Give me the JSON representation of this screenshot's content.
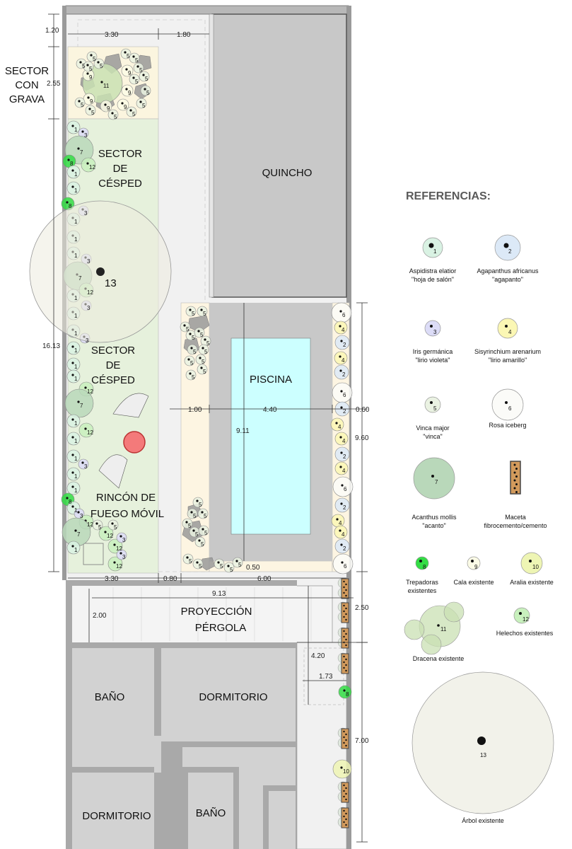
{
  "labels": {
    "gravel_1": "SECTOR",
    "gravel_2": "CON",
    "gravel_3": "GRAVA",
    "lawn1_1": "SECTOR",
    "lawn1_2": "DE",
    "lawn1_3": "CÉSPED",
    "lawn2_1": "SECTOR",
    "lawn2_2": "DE",
    "lawn2_3": "CÉSPED",
    "fire_1": "RINCÓN DE",
    "fire_2": "FUEGO MÓVIL",
    "quincho": "QUINCHO",
    "piscina": "PISCINA",
    "pergola_1": "PROYECCIÓN",
    "pergola_2": "PÉRGOLA",
    "bano_1": "BAÑO",
    "dormitorio_1": "DORMITORIO",
    "dormitorio_2": "DORMITORIO",
    "bano_2": "BAÑO",
    "tree_number": "13"
  },
  "dims": {
    "left_top": "1.20",
    "left_gravel": "2.55",
    "left_lawn": "16.13",
    "top_gravel_width": "3.30",
    "top_path": "1.80",
    "bottom_lawn": "3.30",
    "bottom_path": "0.80",
    "bottom_pool": "6.00",
    "pool_left_bed": "1.00",
    "pool_width": "4.40",
    "pool_right_bed": "0.60",
    "pool_length": "9.11",
    "pool_bottom_bed": "0.50",
    "right_pool": "9.60",
    "right_pergola": "2.50",
    "right_house": "7.00",
    "pergola_width": "9.13",
    "pergola_depth": "2.00",
    "side_length": "4.20",
    "side_width": "1.73"
  },
  "plants": {
    "left_bed": [
      "1",
      "3",
      "7",
      "8",
      "12",
      "1",
      "1",
      "8",
      "3",
      "1",
      "1",
      "1",
      "3",
      "7",
      "12",
      "1",
      "3",
      "1",
      "1",
      "3",
      "1",
      "1",
      "1",
      "12",
      "7",
      "1",
      "12",
      "1",
      "1",
      "3",
      "1",
      "1",
      "8",
      "1",
      "3",
      "12",
      "7",
      "1",
      "12",
      "12",
      "12",
      "5",
      "5",
      "3",
      "3"
    ],
    "gravel": [
      "11",
      "9",
      "9",
      "9",
      "9",
      "9",
      "9",
      "5",
      "5",
      "5",
      "5",
      "5",
      "5",
      "5",
      "5",
      "5",
      "5",
      "5",
      "5",
      "5",
      "5",
      "5"
    ],
    "pool_left_bed": [
      "5",
      "5",
      "5",
      "5",
      "5",
      "5",
      "5",
      "5",
      "5",
      "5",
      "5",
      "5",
      "5",
      "5",
      "5",
      "5",
      "5",
      "5",
      "5",
      "5",
      "5",
      "5",
      "5",
      "5"
    ],
    "pool_right_bed": [
      "6",
      "4",
      "2",
      "4",
      "2",
      "6",
      "2",
      "4",
      "4",
      "2",
      "4",
      "6",
      "2",
      "4",
      "4",
      "2",
      "6"
    ],
    "side_strip": [
      "8",
      "10"
    ]
  },
  "legend": {
    "title": "REFERENCIAS:",
    "items": [
      {
        "num": "1",
        "line1": "Aspidistra elatior",
        "line2": "\"hoja de salón\"",
        "color": "#d9f2e3"
      },
      {
        "num": "2",
        "line1": "Agapanthus africanus",
        "line2": "\"agapanto\"",
        "color": "#dce9f7"
      },
      {
        "num": "3",
        "line1": "Iris germánica",
        "line2": "\"lirio violeta\"",
        "color": "#dcdcf7"
      },
      {
        "num": "4",
        "line1": "Sisyrinchium arenarium",
        "line2": "\"lirio amarillo\"",
        "color": "#fbf7b4"
      },
      {
        "num": "5",
        "line1": "Vinca major",
        "line2": "\"vinca\"",
        "color": "#eaf2e2"
      },
      {
        "num": "6",
        "line1": "Rosa iceberg",
        "line2": "",
        "color": "#fbfbf8"
      },
      {
        "num": "7",
        "line1": "Acanthus mollis",
        "line2": "\"acanto\"",
        "color": "#b9d8ba"
      },
      {
        "num": "",
        "line1": "Maceta",
        "line2": "fibrocemento/cemento",
        "color": "#d29a5c"
      },
      {
        "num": "8",
        "line1": "Trepadoras",
        "line2": "existentes",
        "color": "#33dd44"
      },
      {
        "num": "9",
        "line1": "Cala existente",
        "line2": "",
        "color": "#fbfbe6"
      },
      {
        "num": "10",
        "line1": "Aralia existente",
        "line2": "",
        "color": "#eef5b4"
      },
      {
        "num": "11",
        "line1": "Dracena existente",
        "line2": "",
        "color": "#c9e0b3"
      },
      {
        "num": "12",
        "line1": "Helechos existentes",
        "line2": "",
        "color": "#c8f0bd"
      },
      {
        "num": "13",
        "line1": "Árbol existente",
        "line2": "",
        "color": "#f2f2ea"
      }
    ]
  },
  "colors": {
    "lawn": "#e6f1dc",
    "gravel": "#fbf5df",
    "bed": "#fdf5e2",
    "pool": "#ccffff",
    "deck": "#c8c8c8",
    "building": "#a9a9a9",
    "room": "#d2d2d2",
    "fire": "#f47a7a"
  }
}
